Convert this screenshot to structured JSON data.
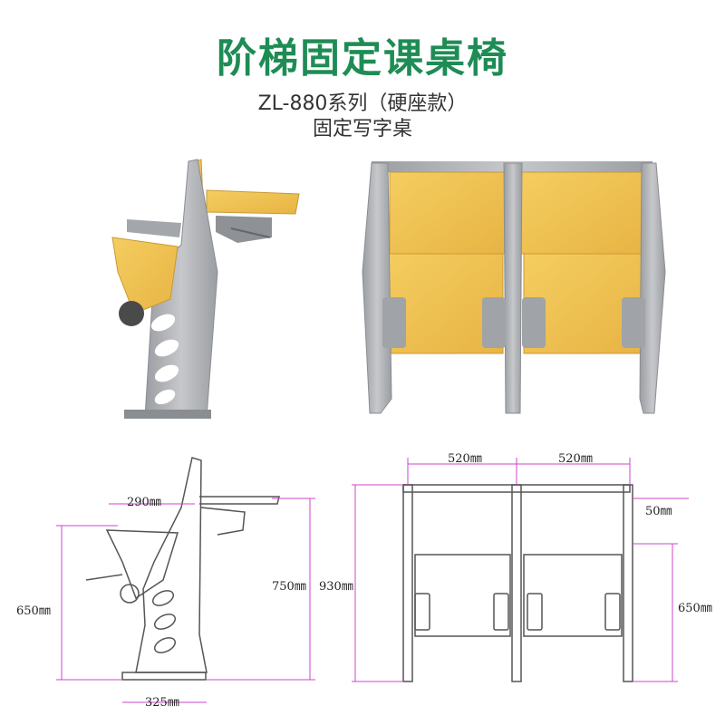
{
  "header": {
    "title": "阶梯固定课桌椅",
    "subtitle_line1": "ZL-880系列（硬座款）",
    "subtitle_line2": "固定写字桌"
  },
  "dimensions": {
    "side": {
      "depth_top": "290㎜",
      "seat_height": "650㎜",
      "desk_height": "750㎜",
      "base_width": "325㎜"
    },
    "front": {
      "seat_width_left": "520㎜",
      "seat_width_right": "520㎜",
      "frame_offset": "50㎜",
      "total_height": "930㎜",
      "seat_height": "650㎜"
    }
  },
  "colors": {
    "title": "#1e8c55",
    "wood": "#f0c24e",
    "frame": "#a9abae",
    "dimension_line": "#cc44cc"
  }
}
